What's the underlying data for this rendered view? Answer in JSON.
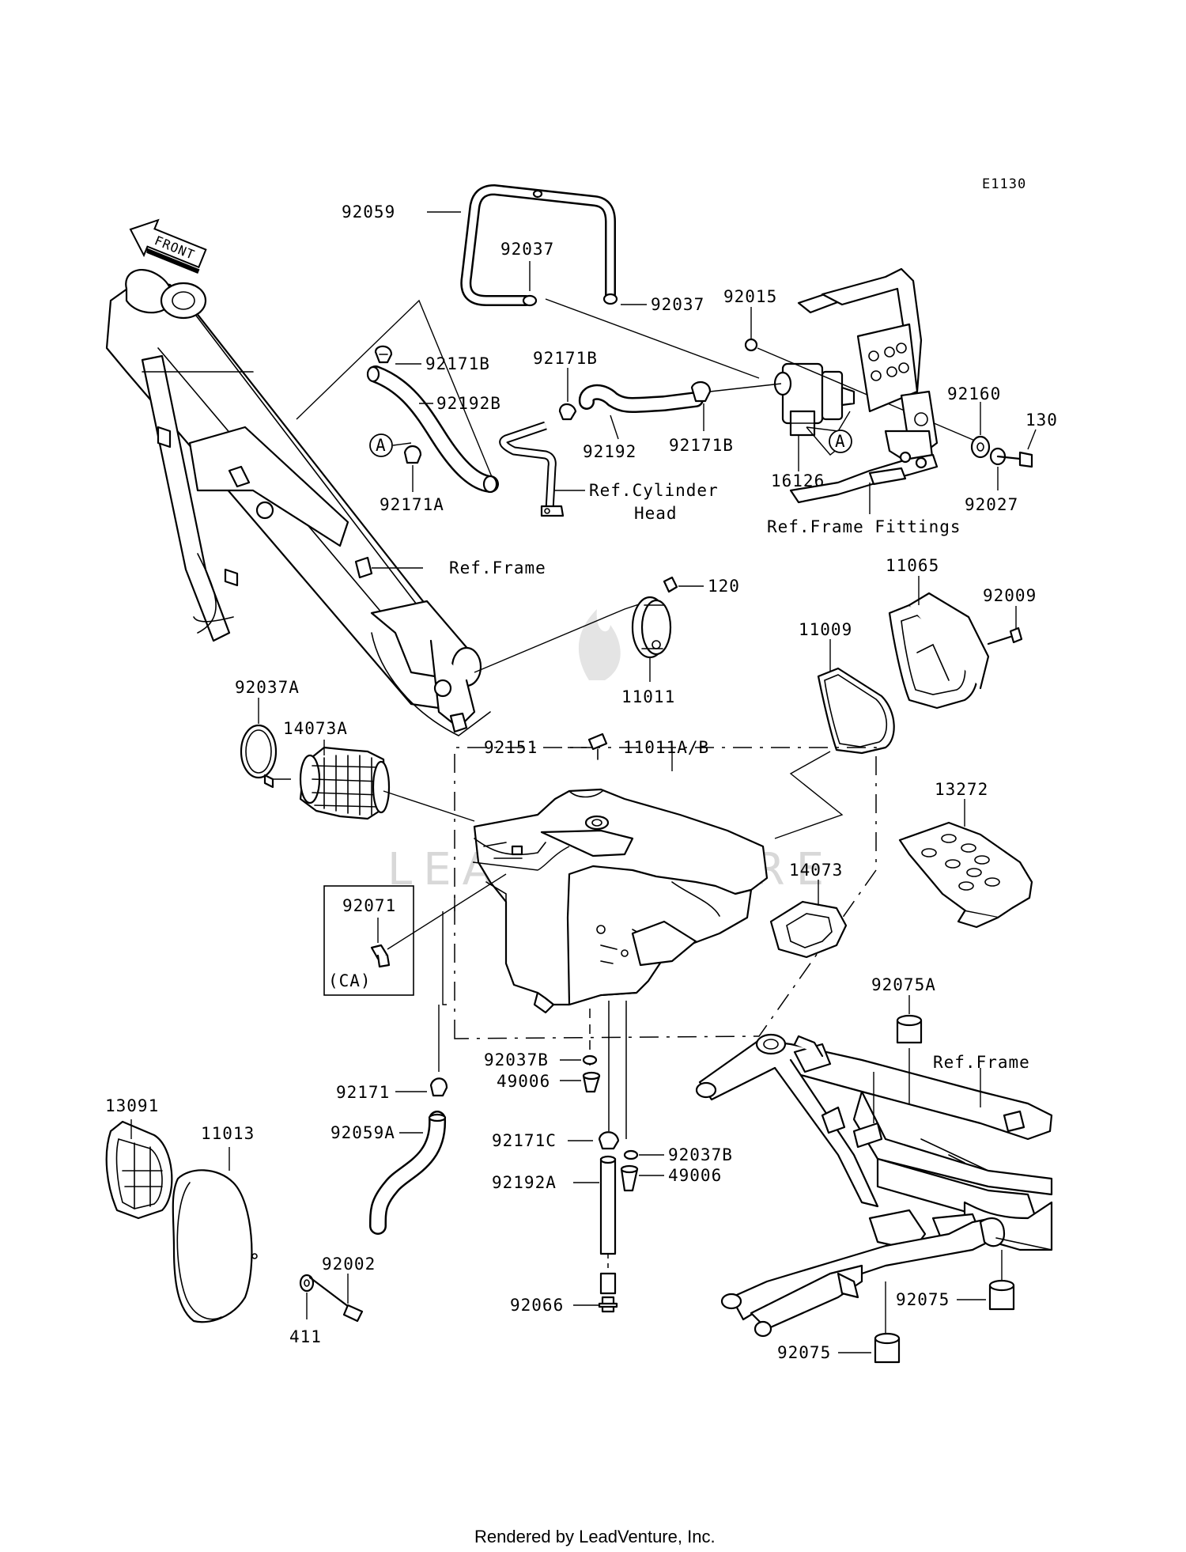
{
  "diagram_code": "E1130",
  "front_arrow": "FRONT",
  "circle_markers": [
    "A",
    "A"
  ],
  "callouts": {
    "p92059": "92059",
    "p92037_a": "92037",
    "p92037_b": "92037",
    "p92015": "92015",
    "p92171B_a": "92171B",
    "p92171B_b": "92171B",
    "p92171B_c": "92171B",
    "p92192B": "92192B",
    "p92192": "92192",
    "p16126": "16126",
    "p92160": "92160",
    "p130": "130",
    "p92027": "92027",
    "p92171A": "92171A",
    "p120": "120",
    "p11011": "11011",
    "p11065": "11065",
    "p92009": "92009",
    "p11009": "11009",
    "p92037A": "92037A",
    "p14073A": "14073A",
    "p92151": "92151",
    "p11011AB": "11011A/B",
    "p13272": "13272",
    "p14073": "14073",
    "p92071": "92071",
    "ca": "(CA)",
    "p92075A": "92075A",
    "p92037B_a": "92037B",
    "p49006_a": "49006",
    "p92171": "92171",
    "p13091": "13091",
    "p11013": "11013",
    "p92059A": "92059A",
    "p92171C": "92171C",
    "p92037B_b": "92037B",
    "p49006_b": "49006",
    "p92192A": "92192A",
    "p92002": "92002",
    "p411": "411",
    "p92066": "92066",
    "p92075_a": "92075",
    "p92075_b": "92075"
  },
  "references": {
    "cyl_head_1": "Ref.Cylinder",
    "cyl_head_2": "Head",
    "frame_fittings": "Ref.Frame Fittings",
    "frame_1": "Ref.Frame",
    "frame_2": "Ref.Frame"
  },
  "watermark": "LEADVENTURE",
  "footer": "Rendered by LeadVenture, Inc."
}
